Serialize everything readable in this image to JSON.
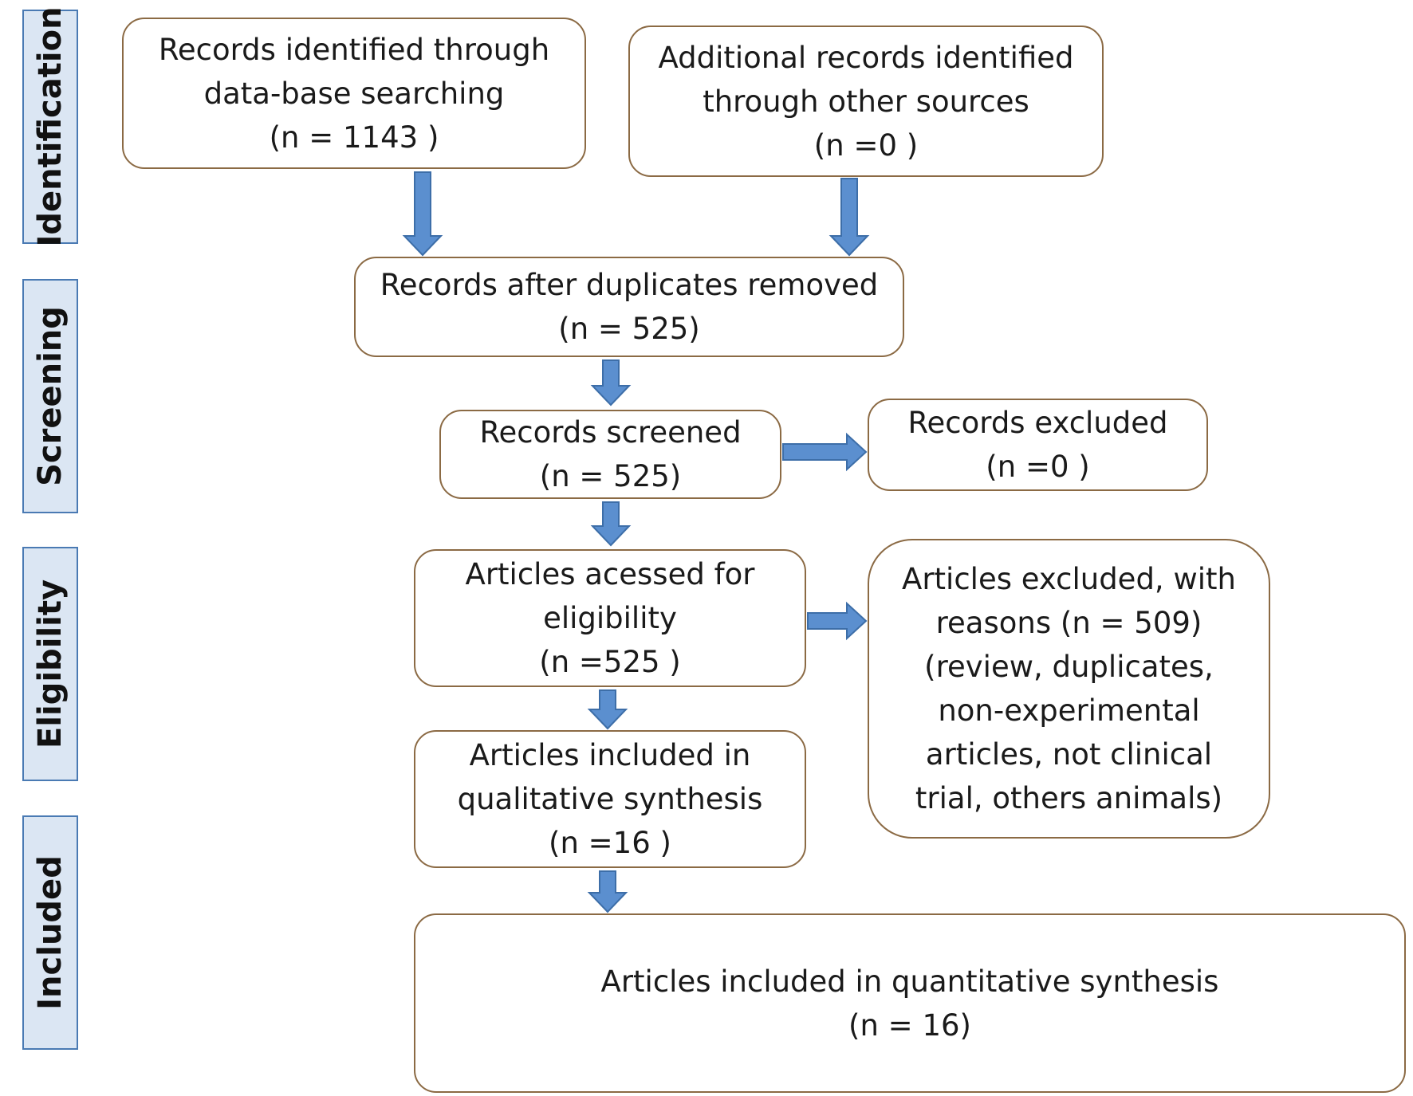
{
  "stages": {
    "identification": "Identification",
    "screening": "Screening",
    "eligibility": "Eligibility",
    "included": "Included"
  },
  "boxes": {
    "database_search": {
      "lines": [
        "Records identified through",
        "data-base searching",
        "(n = 1143 )"
      ]
    },
    "other_sources": {
      "lines": [
        "Additional records identified",
        "through other sources",
        "(n =0 )"
      ]
    },
    "after_duplicates": {
      "lines": [
        "Records after duplicates removed",
        "(n = 525)"
      ]
    },
    "screened": {
      "lines": [
        "Records screened",
        "(n = 525)"
      ]
    },
    "excluded": {
      "lines": [
        "Records excluded",
        "(n =0 )"
      ]
    },
    "eligibility_assessed": {
      "lines": [
        "Articles acessed for",
        "eligibility",
        "(n =525 )"
      ]
    },
    "articles_excluded": {
      "lines": [
        "Articles excluded, with",
        "reasons (n = 509)",
        "(review, duplicates,",
        "non-experimental",
        "articles, not clinical",
        "trial, others animals)"
      ]
    },
    "qualitative": {
      "lines": [
        "Articles included in",
        "qualitative synthesis",
        "(n =16 )"
      ]
    },
    "quantitative": {
      "lines": [
        "Articles included in quantitative synthesis",
        "(n = 16)"
      ]
    }
  },
  "colors": {
    "arrow_fill": "#5b8fcf",
    "stage_fill": "#dbe6f3",
    "stage_border": "#4a7ab3",
    "box_border": "#8b6a44"
  }
}
